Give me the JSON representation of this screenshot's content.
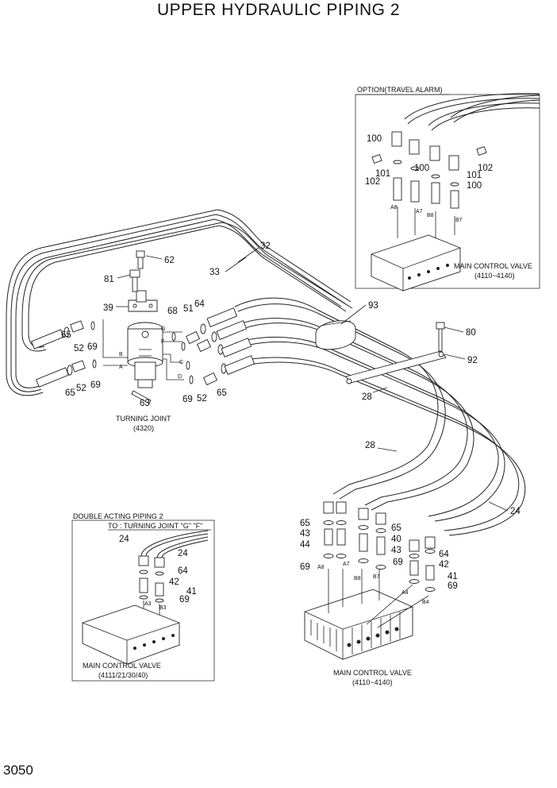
{
  "title": "UPPER HYDRAULIC PIPING 2",
  "page_number": "3050",
  "captions": {
    "turning_joint": "TURNING JOINT",
    "turning_joint_code": "(4320)",
    "mcv_main": "MAIN CONTROL VALVE",
    "mcv_main_code": "(4110~4140)",
    "option_title": "OPTION(TRAVEL ALARM)",
    "option_mcv": "MAIN CONTROL VALVE",
    "option_mcv_code": "(4110~4140)",
    "double_title": "DOUBLE ACTING PIPING 2",
    "double_to": "TO : TURNING JOINT  \"G\" \"F\"",
    "double_mcv": "MAIN CONTROL VALVE",
    "double_mcv_code": "(4111/21/30/40)"
  },
  "port_letters": [
    "G",
    "F",
    "B",
    "A",
    "C",
    "D"
  ],
  "port_labels": [
    "A8",
    "A7",
    "B8",
    "B7",
    "A4",
    "B4",
    "A3",
    "B3"
  ],
  "part_numbers": [
    "32",
    "33",
    "62",
    "81",
    "39",
    "68",
    "51",
    "64",
    "93",
    "80",
    "92",
    "65",
    "52",
    "69",
    "63",
    "28",
    "24",
    "43",
    "44",
    "40",
    "41",
    "42",
    "100",
    "101",
    "102"
  ]
}
